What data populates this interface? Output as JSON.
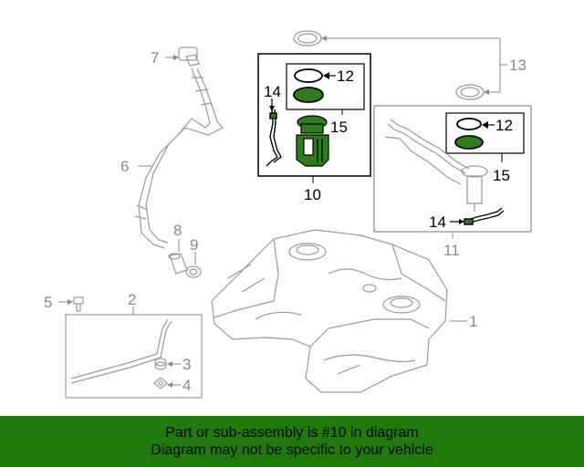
{
  "callouts": {
    "c1": "1",
    "c2": "2",
    "c3": "3",
    "c4": "4",
    "c5": "5",
    "c6": "6",
    "c7": "7",
    "c8": "8",
    "c9": "9",
    "c10": "10",
    "c11": "11",
    "c12a": "12",
    "c12b": "12",
    "c13": "13",
    "c14a": "14",
    "c14b": "14",
    "c15a": "15",
    "c15b": "15"
  },
  "banner": {
    "line1": "Part or sub-assembly is #10 in diagram",
    "line2": "Diagram may not be specific to your vehicle"
  },
  "colors": {
    "banner_bg": "#1f7a0b",
    "highlight_green": "#2e7d1c",
    "line_grey": "#8a8a8a"
  }
}
